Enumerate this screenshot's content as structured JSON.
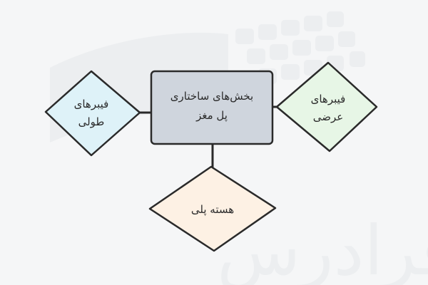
{
  "watermark": {
    "text": "فرادرس",
    "color": "#eceef0"
  },
  "diagram": {
    "center": {
      "line1": "بخش‌های ساختاری",
      "line2": "پل مغز",
      "fill": "#cfd5dd"
    },
    "left": {
      "line1": "فیبرهای",
      "line2": "طولی",
      "fill": "#def2f8"
    },
    "right": {
      "line1": "فیبرهای",
      "line2": "عرضی",
      "fill": "#e7f6e6"
    },
    "bottom": {
      "line1": "هسته پلی",
      "fill": "#fdf1e4"
    },
    "stroke_color": "#2a2a2a"
  }
}
